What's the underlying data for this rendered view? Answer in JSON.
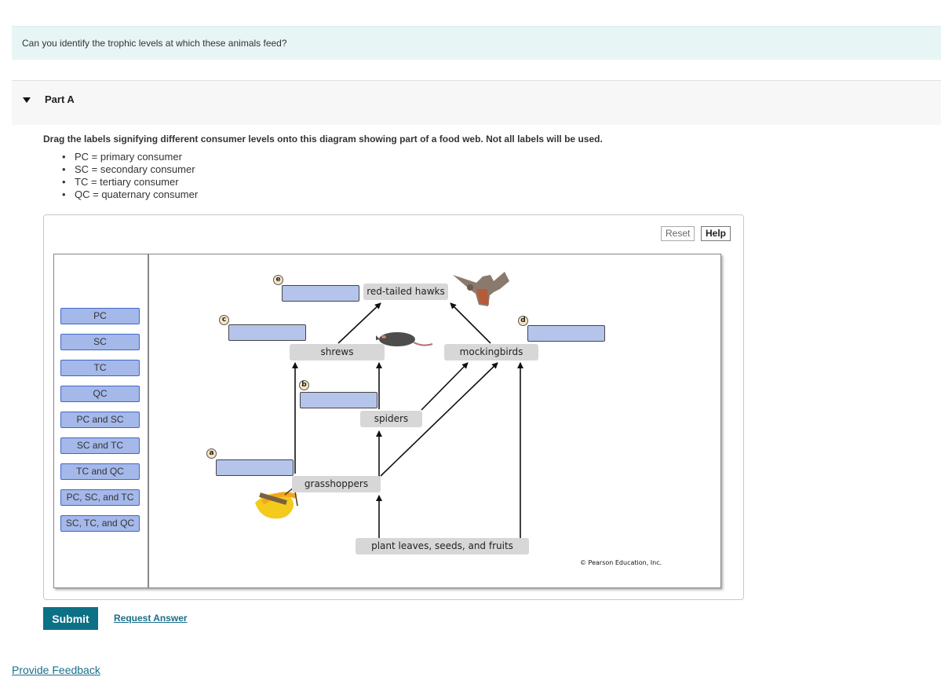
{
  "question": "Can you identify the trophic levels at which these animals feed?",
  "part": {
    "title": "Part A"
  },
  "instructions": "Drag the labels signifying different consumer levels onto this diagram showing part of a food web. Not all labels will be used.",
  "definitions": [
    "PC = primary consumer",
    "SC = secondary consumer",
    "TC = tertiary consumer",
    "QC = quaternary consumer"
  ],
  "toolbar": {
    "reset_label": "Reset",
    "help_label": "Help"
  },
  "labels": [
    "PC",
    "SC",
    "TC",
    "QC",
    "PC and SC",
    "SC and TC",
    "TC and QC",
    "PC, SC, and TC",
    "SC, TC, and QC"
  ],
  "diagram": {
    "nodes": {
      "hawks": "red-tailed hawks",
      "shrews": "shrews",
      "mockingbirds": "mockingbirds",
      "spiders": "spiders",
      "grasshoppers": "grasshoppers",
      "plants": "plant leaves, seeds, and fruits"
    },
    "targets": {
      "a": "a",
      "b": "b",
      "c": "c",
      "d": "d",
      "e": "e"
    },
    "copyright": "© Pearson Education, Inc."
  },
  "actions": {
    "submit_label": "Submit",
    "request_answer_label": "Request Answer"
  },
  "feedback_label": "Provide Feedback"
}
